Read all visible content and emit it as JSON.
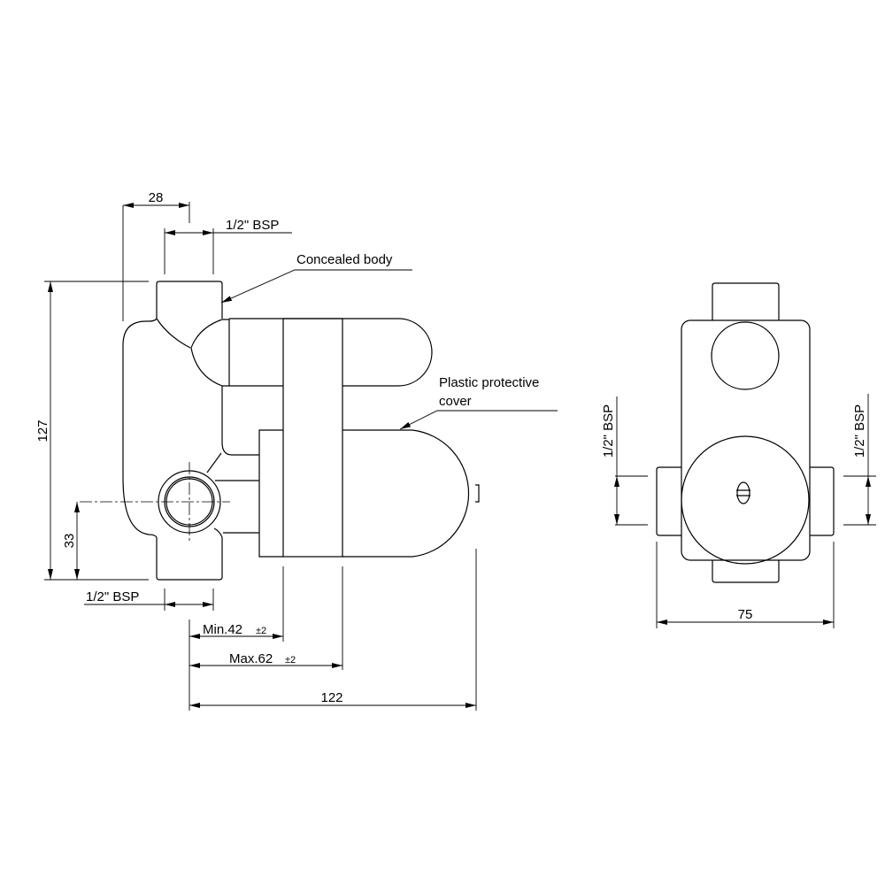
{
  "side_view": {
    "dim_width_top": "28",
    "thread_top": "1/2\" BSP",
    "label_body": "Concealed body",
    "label_cover_line1": "Plastic protective",
    "label_cover_line2": "cover",
    "dim_height": "127",
    "dim_port_height": "33",
    "thread_bottom": "1/2\" BSP",
    "dim_min": "Min.42",
    "dim_min_tol": "±2",
    "dim_max": "Max.62",
    "dim_max_tol": "±2",
    "dim_depth": "122"
  },
  "front_view": {
    "thread_left": "1/2\" BSP",
    "thread_right": "1/2\" BSP",
    "dim_width": "75"
  }
}
